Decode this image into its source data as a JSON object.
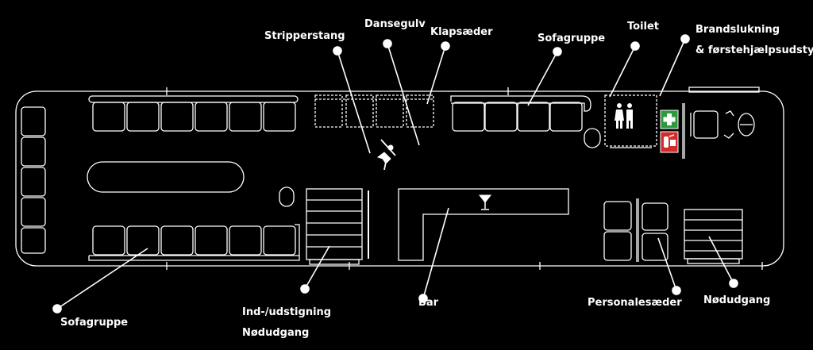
{
  "colors": {
    "background": "#000000",
    "line": "#ffffff",
    "first_aid": "#2e9a3e",
    "fire": "#d32a2a"
  },
  "labels": {
    "stripperstang": "Stripperstang",
    "dansegulv": "Dansegulv",
    "klapsaeder": "Klapsæder",
    "sofagruppe_top": "Sofagruppe",
    "toilet": "Toilet",
    "brand_line1": "Brandslukning",
    "brand_line2": "& førstehjælpsudstyr",
    "sofagruppe_bottom": "Sofagruppe",
    "ind_udstigning": "Ind-/udstigning",
    "nodudgang_left": "Nødudgang",
    "bar": "Bar",
    "personalesaeder": "Personalesæder",
    "nodudgang_right": "Nødudgang"
  },
  "icons": [
    "pole-dancer-icon",
    "cocktail-glass-icon",
    "toilet-people-icon",
    "first-aid-icon",
    "fire-extinguisher-icon",
    "steering-wheel-icon"
  ]
}
